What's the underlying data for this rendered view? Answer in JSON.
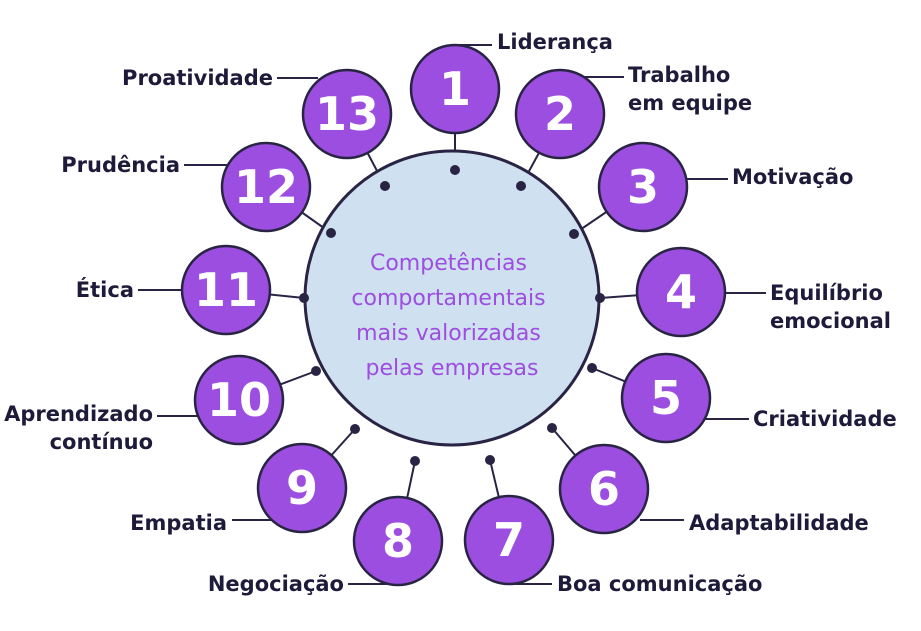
{
  "center": {
    "lines": [
      "Competências",
      "comportamentais",
      "mais valorizadas",
      "pelas empresas"
    ]
  },
  "items": [
    {
      "number": "1",
      "label": [
        "Liderança"
      ]
    },
    {
      "number": "2",
      "label": [
        "Trabalho",
        "em equipe"
      ]
    },
    {
      "number": "3",
      "label": [
        "Motivação"
      ]
    },
    {
      "number": "4",
      "label": [
        "Equilíbrio",
        "emocional"
      ]
    },
    {
      "number": "5",
      "label": [
        "Criatividade"
      ]
    },
    {
      "number": "6",
      "label": [
        "Adaptabilidade"
      ]
    },
    {
      "number": "7",
      "label": [
        "Boa comunicação"
      ]
    },
    {
      "number": "8",
      "label": [
        "Negociação"
      ]
    },
    {
      "number": "9",
      "label": [
        "Empatia"
      ]
    },
    {
      "number": "10",
      "label": [
        "Aprendizado",
        "contínuo"
      ]
    },
    {
      "number": "11",
      "label": [
        "Ética"
      ]
    },
    {
      "number": "12",
      "label": [
        "Prudência"
      ]
    },
    {
      "number": "13",
      "label": [
        "Proatividade"
      ]
    }
  ],
  "colors": {
    "circle": "#9b4ee0",
    "circle_stroke": "#2a2444",
    "center_fill": "#cfe0f0",
    "connector": "#2a2444",
    "center_text": "#9d4ee0",
    "label_text": "#1e1a3a"
  }
}
